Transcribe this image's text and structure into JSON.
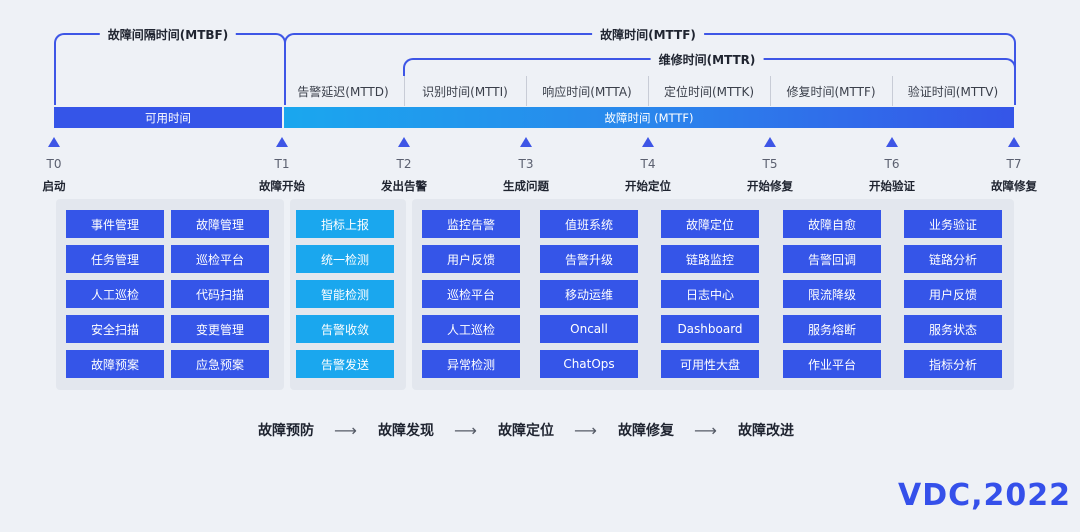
{
  "brackets": {
    "mtbf": "故障间隔时间(MTBF)",
    "mttf": "故障时间(MTTF)",
    "mttr": "维修时间(MTTR)"
  },
  "phases": [
    "告警延迟(MTTD)",
    "识别时间(MTTI)",
    "响应时间(MTTA)",
    "定位时间(MTTK)",
    "修复时间(MTTF)",
    "验证时间(MTTV)"
  ],
  "bars": {
    "available": "可用时间",
    "fault": "故障时间 (MTTF)"
  },
  "timeline": [
    {
      "t": "T0",
      "event": "启动"
    },
    {
      "t": "T1",
      "event": "故障开始"
    },
    {
      "t": "T2",
      "event": "发出告警"
    },
    {
      "t": "T3",
      "event": "生成问题"
    },
    {
      "t": "T4",
      "event": "开始定位"
    },
    {
      "t": "T5",
      "event": "开始修复"
    },
    {
      "t": "T6",
      "event": "开始验证"
    },
    {
      "t": "T7",
      "event": "故障修复"
    }
  ],
  "groups": {
    "prevention": [
      [
        "事件管理",
        "任务管理",
        "人工巡检",
        "安全扫描",
        "故障预案"
      ],
      [
        "故障管理",
        "巡检平台",
        "代码扫描",
        "变更管理",
        "应急预案"
      ]
    ],
    "alerting": [
      "指标上报",
      "统一检测",
      "智能检测",
      "告警收敛",
      "告警发送"
    ],
    "response": [
      [
        "监控告警",
        "用户反馈",
        "巡检平台",
        "人工巡检",
        "异常检测"
      ],
      [
        "值班系统",
        "告警升级",
        "移动运维",
        "Oncall",
        "ChatOps"
      ],
      [
        "故障定位",
        "链路监控",
        "日志中心",
        "Dashboard",
        "可用性大盘"
      ],
      [
        "故障自愈",
        "告警回调",
        "限流降级",
        "服务熔断",
        "作业平台"
      ],
      [
        "业务验证",
        "链路分析",
        "用户反馈",
        "服务状态",
        "指标分析"
      ]
    ]
  },
  "flow": [
    "故障预防",
    "故障发现",
    "故障定位",
    "故障修复",
    "故障改进"
  ],
  "flow_arrow": "⟶",
  "logo": "VDC,2022",
  "colors": {
    "blue": "#3555e8",
    "cyan": "#1aa7ee",
    "accent": "#3e56e6"
  }
}
